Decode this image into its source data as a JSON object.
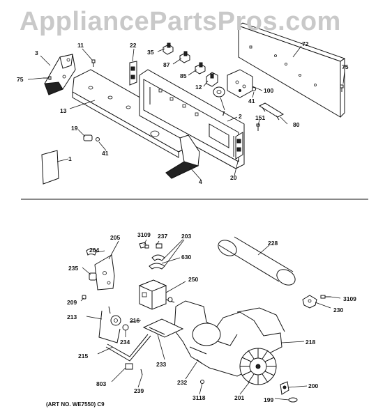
{
  "watermark": "AppliancePartsPros.com",
  "art_note": "(ART NO. WE7550) C9",
  "callouts": {
    "p3": "3",
    "p11": "11",
    "p22": "22",
    "p35": "35",
    "p87": "87",
    "p85": "85",
    "p12": "12",
    "p72": "72",
    "p75a": "75",
    "p75b": "75",
    "p13": "13",
    "p100": "100",
    "p41a": "41",
    "p7": "7",
    "p2": "2",
    "p151": "151",
    "p80": "80",
    "p19": "19",
    "p41b": "41",
    "p1": "1",
    "p4": "4",
    "p20": "20",
    "p205": "205",
    "p3109a": "3109",
    "p237": "237",
    "p203": "203",
    "p228": "228",
    "p204": "204",
    "p630": "630",
    "p235": "235",
    "p250": "250",
    "p209": "209",
    "p3109b": "3109",
    "p230": "230",
    "p213": "213",
    "p216": "216",
    "p234": "234",
    "p218": "218",
    "p215": "215",
    "p233": "233",
    "p232": "232",
    "p803": "803",
    "p239": "239",
    "p3118": "3118",
    "p201": "201",
    "p200": "200",
    "p199": "199"
  },
  "icons": [
    "control-panel-icon",
    "backsplash-icon",
    "knob-icon",
    "timer-icon",
    "switch-icon",
    "end-cap-icon",
    "duct-icon",
    "motor-icon",
    "blower-wheel-icon",
    "blower-housing-icon",
    "idler-icon",
    "screw-icon"
  ]
}
